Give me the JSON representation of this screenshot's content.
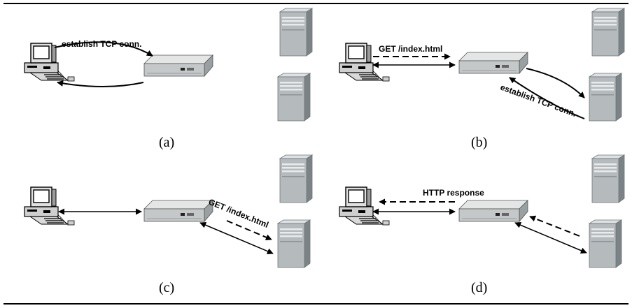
{
  "panels": {
    "a": {
      "caption": "(a)",
      "label1": "establish TCP conn."
    },
    "b": {
      "caption": "(b)",
      "label1": "GET /index.html",
      "label2": "establish TCP conn."
    },
    "c": {
      "caption": "(c)",
      "label1": "GET /index.html"
    },
    "d": {
      "caption": "(d)",
      "label1": "HTTP response"
    }
  },
  "icons": {
    "client": "desktop-computer-icon",
    "switch": "web-switch-icon",
    "server": "server-tower-icon"
  },
  "colors": {
    "line": "#000000",
    "server_body": "#b5babd",
    "server_light": "#dde1e3",
    "server_dark": "#6f7679",
    "switch_top": "#e4e6e6",
    "switch_front": "#c4c8c9"
  }
}
